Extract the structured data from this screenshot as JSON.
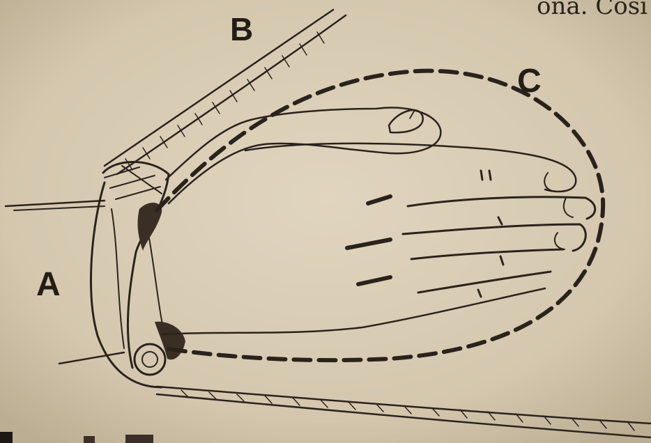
{
  "page_text": {
    "fragment": "ona. Così f"
  },
  "labels": {
    "a": "A",
    "b": "B",
    "c": "C"
  },
  "colors": {
    "paper": "#d6cab2",
    "ink": "#2a231c"
  }
}
